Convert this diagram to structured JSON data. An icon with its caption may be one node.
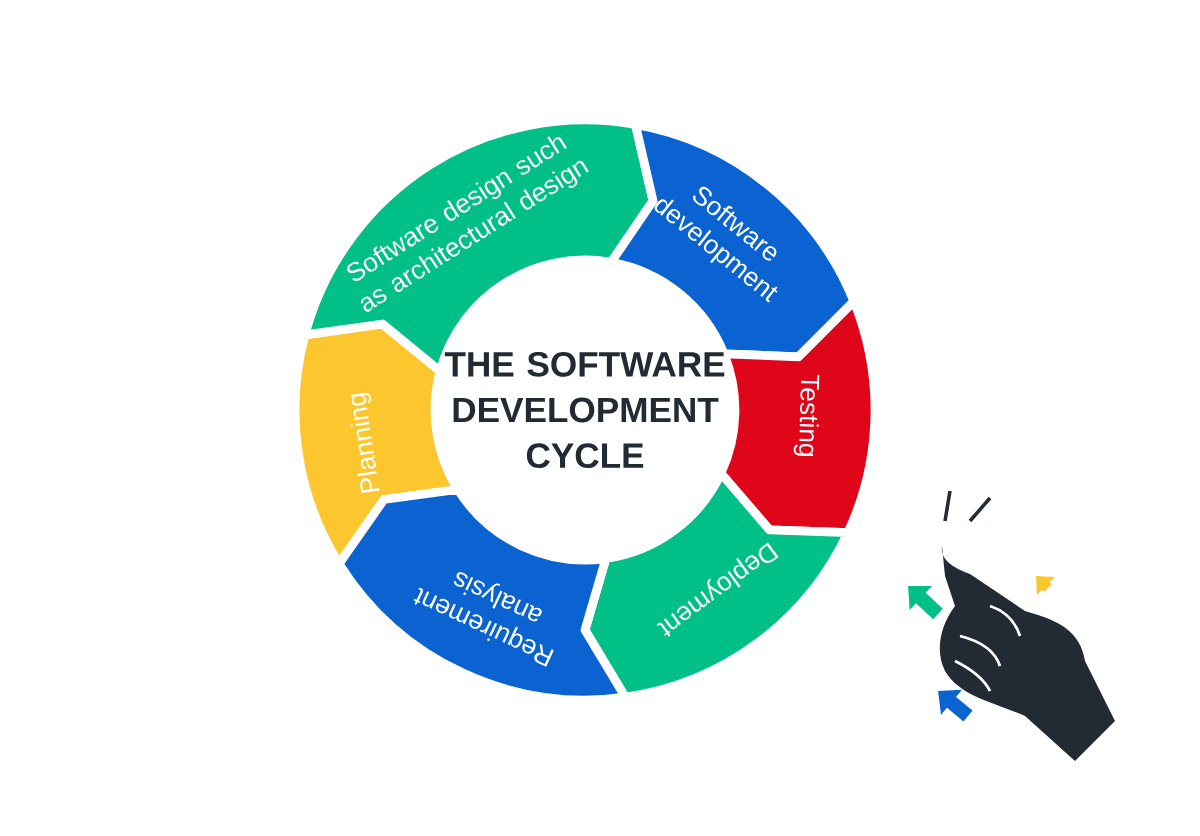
{
  "diagram": {
    "title": "THE SOFTWARE DEVELOPMENT CYCLE",
    "nodes": [
      {
        "text": [
          "Planning"
        ]
      },
      {
        "text": [
          "Software design such as architectural design"
        ]
      },
      {
        "text": [
          "Software development"
        ]
      },
      {
        "text": [
          "Testing"
        ]
      },
      {
        "text": [
          "Deployment"
        ]
      },
      {
        "text": [
          "Requirement analysis"
        ]
      }
    ]
  }
}
